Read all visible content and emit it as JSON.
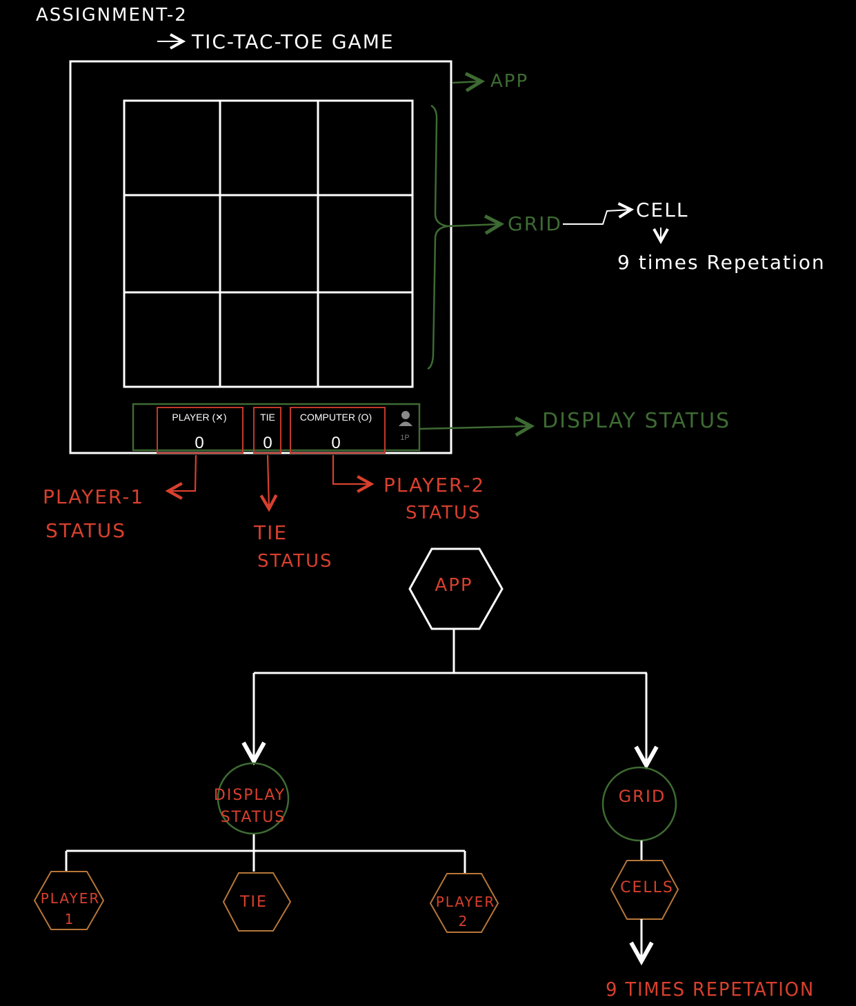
{
  "colors": {
    "background": "#000000",
    "ink_white": "#ffffff",
    "ink_green": "#3e6b33",
    "ink_red": "#d8402e",
    "hex_orange": "#b8773a"
  },
  "header": {
    "assignment": "ASSIGNMENT-2",
    "subtitle": "TIC-TAC-TOE GAME"
  },
  "wireframe": {
    "annotations": {
      "app": "APP",
      "grid": "GRID",
      "cell": "CELL",
      "repetition": "9 times Repetation",
      "display_status": "DISPLAY STATUS"
    },
    "status_bar": {
      "player_label": "PLAYER (✕)",
      "player_score": "0",
      "tie_label": "TIE",
      "tie_score": "0",
      "computer_label": "COMPUTER (O)",
      "computer_score": "0",
      "mode_icon": "person-icon",
      "mode_label": "1P"
    },
    "callouts": {
      "player1_line1": "PLAYER-1",
      "player1_line2": "STATUS",
      "tie_line1": "TIE",
      "tie_line2": "STATUS",
      "player2_line1": "PLAYER-2",
      "player2_line2": "STATUS"
    }
  },
  "tree": {
    "root": "APP",
    "display_status_line1": "DISPLAY",
    "display_status_line2": "STATUS",
    "grid": "GRID",
    "player1_line1": "PLAYER",
    "player1_line2": "1",
    "tie": "TIE",
    "player2_line1": "PLAYER",
    "player2_line2": "2",
    "cells": "CELLS",
    "repetition": "9 TIMES REPETATION"
  }
}
